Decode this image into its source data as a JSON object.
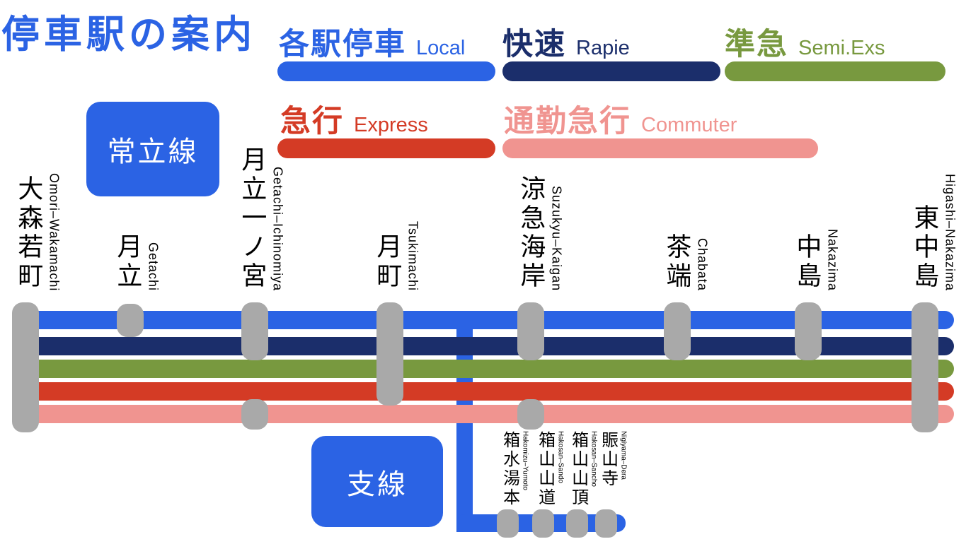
{
  "title": "停車駅の案内",
  "colors": {
    "blue": "#2b63e4",
    "navy": "#1b2e6b",
    "green": "#78993f",
    "red": "#d43b25",
    "pink": "#f09490",
    "gray": "#a9a9a9"
  },
  "legend": {
    "local": {
      "kanji": "各駅停車",
      "latin": "Local"
    },
    "rapid": {
      "kanji": "快速",
      "latin": "Rapie"
    },
    "semi": {
      "kanji": "準急",
      "latin": "Semi.Exs"
    },
    "express": {
      "kanji": "急行",
      "latin": "Express"
    },
    "commuter": {
      "kanji": "通勤急行",
      "latin": "Commuter"
    }
  },
  "badges": {
    "main_line": "常立線",
    "branch_line": "支線"
  },
  "stations": [
    {
      "kanji": "大森若町",
      "romaji": "Omori–Wakamachi"
    },
    {
      "kanji": "月立",
      "romaji": "Getachi"
    },
    {
      "kanji": "月立一ノ宮",
      "romaji": "Getachi–Ichinomiya"
    },
    {
      "kanji": "月町",
      "romaji": "Tsukimachi"
    },
    {
      "kanji": "涼急海岸",
      "romaji": "Suzukyu–Kaigan"
    },
    {
      "kanji": "茶端",
      "romaji": "Chabata"
    },
    {
      "kanji": "中島",
      "romaji": "Nakazima"
    },
    {
      "kanji": "東中島",
      "romaji": "Higashi–Nakazima"
    }
  ],
  "branch_stations": [
    {
      "kanji": "箱水湯本",
      "romaji": "Hakomizu–Yumoto"
    },
    {
      "kanji": "箱山山道",
      "romaji": "Hakosan–Sando"
    },
    {
      "kanji": "箱山山頂",
      "romaji": "Hakosan–Sancho"
    },
    {
      "kanji": "賑山寺",
      "romaji": "Nigiyama–Dera"
    }
  ]
}
